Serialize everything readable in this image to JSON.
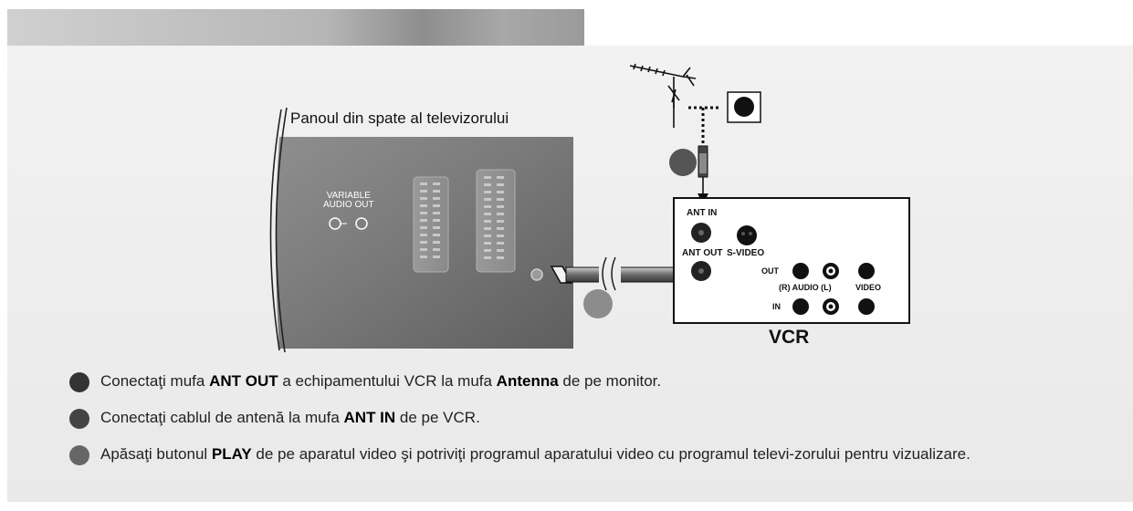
{
  "diagram": {
    "panel_label": "Panoul din spate al televizorului",
    "tv_labels": {
      "variable_audio_out": [
        "VARIABLE",
        "AUDIO OUT"
      ]
    },
    "vcr": {
      "title": "VCR",
      "ant_in": "ANT IN",
      "ant_out": "ANT OUT",
      "s_video": "S-VIDEO",
      "out": "OUT",
      "in": "IN",
      "audio": "(R) AUDIO (L)",
      "video": "VIDEO"
    }
  },
  "steps": [
    {
      "dot_color": "#333333",
      "parts": [
        {
          "t": "Conectaţi mufa ",
          "b": false
        },
        {
          "t": "ANT OUT",
          "b": true
        },
        {
          "t": " a echipamentului VCR la mufa ",
          "b": false
        },
        {
          "t": "Antenna",
          "b": true
        },
        {
          "t": " de pe monitor.",
          "b": false
        }
      ]
    },
    {
      "dot_color": "#444444",
      "parts": [
        {
          "t": "Conectaţi cablul de antenă la mufa ",
          "b": false
        },
        {
          "t": "ANT IN",
          "b": true
        },
        {
          "t": " de pe VCR.",
          "b": false
        }
      ]
    },
    {
      "dot_color": "#666666",
      "parts": [
        {
          "t": "Apăsaţi butonul ",
          "b": false
        },
        {
          "t": "PLAY",
          "b": true
        },
        {
          "t": " de pe aparatul video şi potriviţi programul aparatului video cu programul televi-zorului pentru vizualizare.",
          "b": false
        }
      ]
    }
  ]
}
